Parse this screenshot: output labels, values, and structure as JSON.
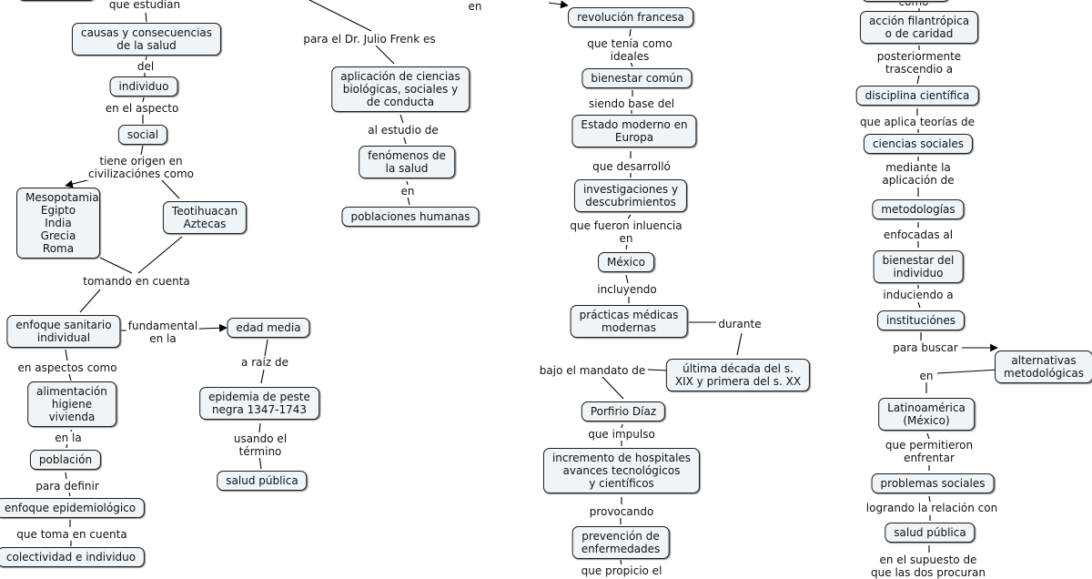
{
  "nodes": {
    "causas": "causas y consecuencias\nde la salud",
    "individuo": "individuo",
    "social": "social",
    "mesopotamia": "Mesopotamia\nEgipto\nIndia\nGrecia\nRoma",
    "teotihuacan": "Teotihuacan\nAztecas",
    "enfoque_sanitario": "enfoque sanitario\nindividual",
    "alimentacion": "alimentación\nhigiene\nvivienda",
    "poblacion": "población",
    "enfoque_epidemiologico": "enfoque epidemiológico",
    "colectividad": "colectividad e individuo",
    "edad_media": "edad media",
    "epidemia": "epidemia de peste\nnegra 1347-1743",
    "salud_publica_1": "salud pública",
    "aplicacion": "aplicación de ciencias\nbiológicas, sociales y\nde conducta",
    "fenomenos": "fenómenos de\nla salud",
    "poblaciones_humanas": "poblaciones humanas",
    "revolucion": "revolución francesa",
    "bienestar_comun": "bienestar común",
    "estado_moderno": "Estado moderno en\nEuropa",
    "investigaciones": "investigaciones y\ndescubrimientos",
    "mexico": "México",
    "practicas": "prácticas médicas\nmodernas",
    "ultima_decada": "última década del s.\nXIX y primera del s. XX",
    "porfirio": "Porfirio Díaz",
    "incremento": "incremento de hospitales\navances tecnológicos\ny científicos",
    "prevencion": "prevención de\nenfermedades",
    "accion": "acción filantrópica\no de caridad",
    "disciplina": "disciplina científica",
    "ciencias_sociales": "ciencias sociales",
    "metodologias": "metodologías",
    "bienestar_individuo": "bienestar del\nindividuo",
    "instituciones": "instituciónes",
    "alternativas": "alternativas\nmetodológicas",
    "latinoamerica": "Latinoamérica\n(México)",
    "problemas": "problemas sociales",
    "salud_publica_2": "salud pública"
  },
  "labels": {
    "que_estudian": "que estudian",
    "del": "del",
    "en_el_aspecto": "en el aspecto",
    "tiene_origen": "tiene origen en\ncivilizaciónes como",
    "tomando": "tomando en cuenta",
    "fundamental": "fundamental\nen la",
    "en_aspectos": "en aspectos como",
    "en_la": "en la",
    "para_definir": "para definir",
    "que_toma": "que toma en cuenta",
    "a_raiz": "a raíz de",
    "usando": "usando el\ntérmino",
    "frenk": "para el Dr. Julio Frenk es",
    "al_estudio": "al estudio de",
    "en_1": "en",
    "en_top": "en",
    "que_tenia": "que tenía como\nideales",
    "siendo_base": "siendo base del",
    "que_desarrollo": "que desarrolló",
    "que_fueron": "que fueron inluencia\nen",
    "incluyendo": "incluyendo",
    "durante": "durante",
    "bajo_mandato": "bajo el mandato de",
    "que_impulso": "que impulso",
    "provocando": "provocando",
    "que_propicio": "que propicio el",
    "como": "como",
    "posteriormente": "posteriormente\ntrascendio a",
    "que_aplica": "que aplica teorías de",
    "mediante": "mediante la\naplicación de",
    "enfocadas": "enfocadas al",
    "induciendo": "induciendo a",
    "para_buscar": "para buscar",
    "en_2": "en",
    "que_permitieron": "que permitieron\nenfrentar",
    "logrando": "logrando la relación con",
    "en_el_supuesto": "en el supuesto de\nque las dos procuran"
  },
  "colors": {
    "node_fill": "#eef4f7",
    "node_border": "#1c1c1c",
    "line": "#000000"
  }
}
